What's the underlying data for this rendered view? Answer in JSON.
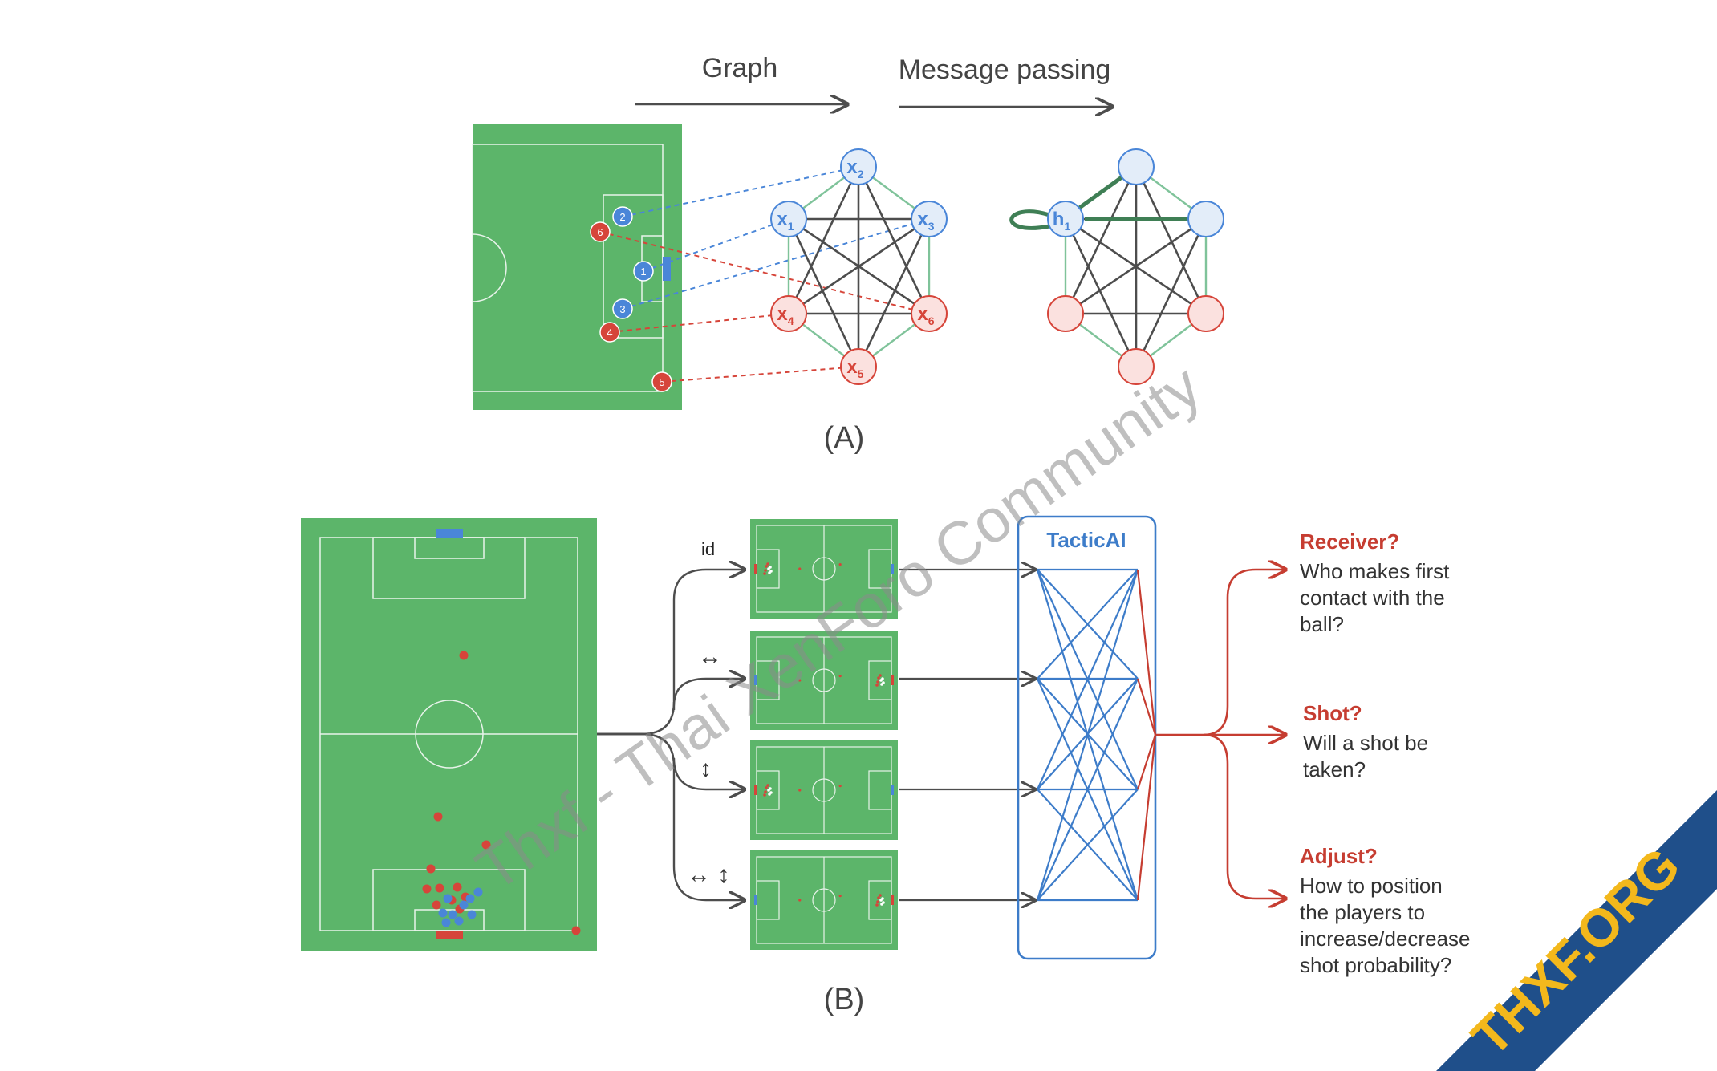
{
  "panel_a": {
    "arrow_graph_label": "Graph",
    "arrow_message_label": "Message passing",
    "caption": "(A)",
    "pitch_players": [
      {
        "label": "2",
        "team": "attack"
      },
      {
        "label": "6",
        "team": "defend"
      },
      {
        "label": "1",
        "team": "attack"
      },
      {
        "label": "3",
        "team": "attack"
      },
      {
        "label": "4",
        "team": "defend"
      },
      {
        "label": "5",
        "team": "defend"
      }
    ],
    "graph_nodes": [
      {
        "label": "x",
        "sub": "2",
        "team": "attack"
      },
      {
        "label": "x",
        "sub": "1",
        "team": "attack"
      },
      {
        "label": "x",
        "sub": "3",
        "team": "attack"
      },
      {
        "label": "x",
        "sub": "4",
        "team": "defend"
      },
      {
        "label": "x",
        "sub": "6",
        "team": "defend"
      },
      {
        "label": "x",
        "sub": "5",
        "team": "defend"
      }
    ],
    "message_node": {
      "label": "h",
      "sub": "1"
    }
  },
  "panel_b": {
    "caption": "(B)",
    "transform_labels": [
      "id",
      "↔",
      "↕",
      "↔ ↕"
    ],
    "model_title": "TacticAI",
    "outputs": [
      {
        "title": "Receiver?",
        "lines": [
          "Who makes first",
          "contact with the",
          "ball?"
        ]
      },
      {
        "title": "Shot?",
        "lines": [
          "Will a shot be",
          "taken?"
        ]
      },
      {
        "title": "Adjust?",
        "lines": [
          "How to position",
          "the players to",
          "increase/decrease",
          "shot probability?"
        ]
      }
    ]
  },
  "watermark": {
    "diagonal_text": "Thxf - Thai XenForo Community",
    "banner_text": "THXF.ORG"
  },
  "colors": {
    "pitch": "#5cb56a",
    "attack": "#4a86d8",
    "defend": "#d6453a",
    "attack_light": "#e3edf9",
    "defend_light": "#fbe1df",
    "edge_dark": "#4d4d4d",
    "edge_green": "#7fc39a",
    "model_blue": "#3d7cc9",
    "output_red": "#c63d31",
    "banner": "#1f4f8a",
    "banner_text": "#f3b81c"
  }
}
